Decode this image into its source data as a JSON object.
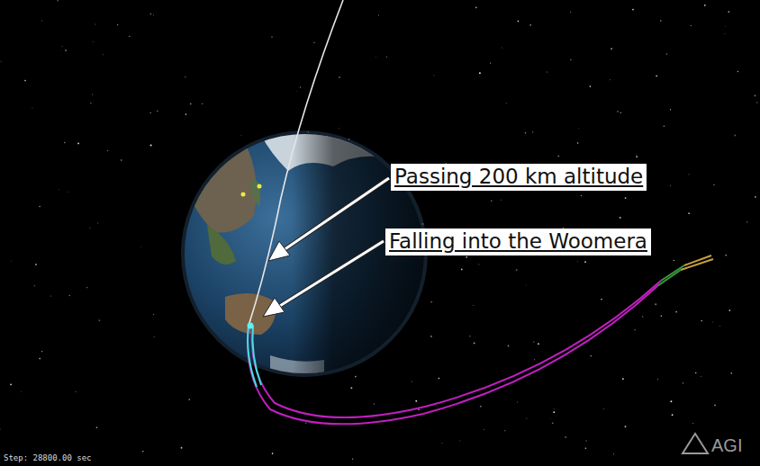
{
  "diagram": {
    "labels": [
      "Passing 200 km altitude",
      "Falling into the Woomera",
      "Step: 28800.00 sec",
      "AGI"
    ]
  }
}
